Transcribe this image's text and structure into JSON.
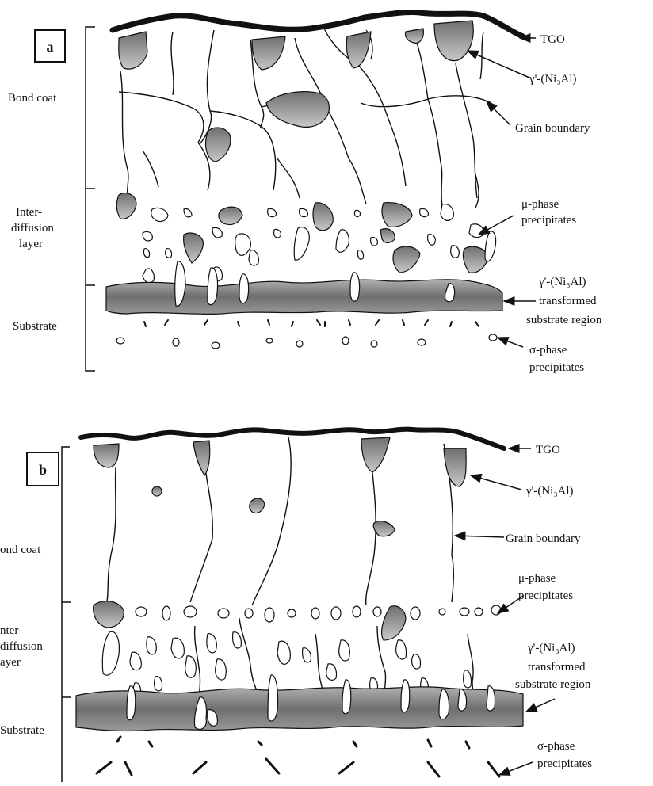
{
  "panel_a": {
    "letter": "a",
    "layers": {
      "bond_coat": "Bond coat",
      "inter_line1": "Inter-",
      "inter_line2": "diffusion",
      "inter_line3": "layer",
      "substrate": "Substrate"
    },
    "callouts": {
      "tgo": "TGO",
      "gamma_prime": "γ'-(Ni₃Al)",
      "grain_boundary": "Grain boundary",
      "mu_line1": "μ-phase",
      "mu_line2": "precipitates",
      "trans_line1": "γ'-(Ni₃Al)",
      "trans_line2": "transformed",
      "trans_line3": "substrate region",
      "sigma_line1": "σ-phase",
      "sigma_line2": "precipitates"
    }
  },
  "panel_b": {
    "letter": "b",
    "layers": {
      "bond_coat": "ond coat",
      "inter_line1": "nter-",
      "inter_line2": "diffusion",
      "inter_line3": "ayer",
      "substrate": "Substrate"
    },
    "callouts": {
      "tgo": "TGO",
      "gamma_prime": "γ'-(Ni₃Al)",
      "grain_boundary": "Grain boundary",
      "mu_line1": "μ-phase",
      "mu_line2": "precipitates",
      "trans_line1": "γ'-(Ni₃Al)",
      "trans_line2": "transformed",
      "trans_line3": "substrate region",
      "sigma_line1": "σ-phase",
      "sigma_line2": "precipitates"
    }
  },
  "colors": {
    "ink": "#111111",
    "gamma_fill": "#8c8c8c",
    "substrate_band": "#7a7a7a"
  }
}
